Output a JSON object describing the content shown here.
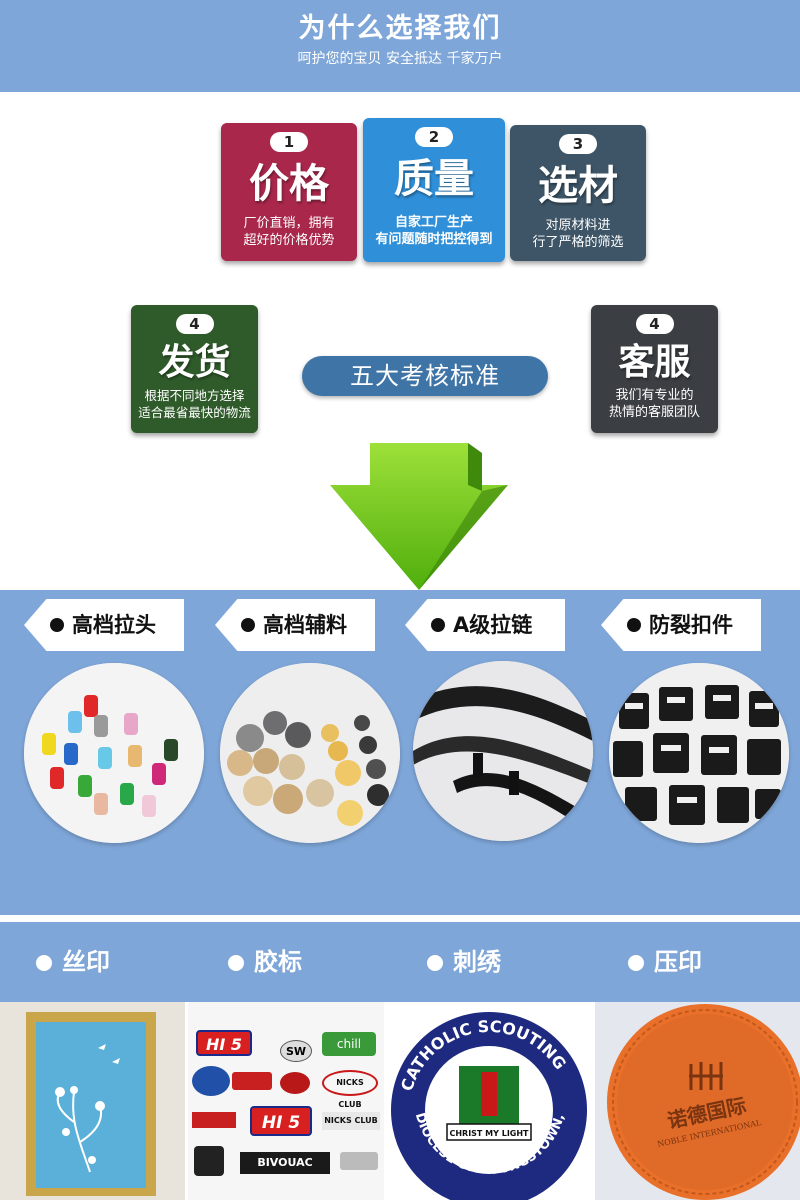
{
  "header": {
    "title": "为什么选择我们",
    "subtitle": "呵护您的宝贝 安全抵达 千家万户"
  },
  "cards": [
    {
      "num": "1",
      "title": "价格",
      "desc1": "厂价直销，拥有",
      "desc2": "超好的价格优势",
      "color": "#a8274a"
    },
    {
      "num": "2",
      "title": "质量",
      "desc1": "自家工厂生产",
      "desc2": "有问题随时把控得到",
      "color": "#2f8fd8"
    },
    {
      "num": "3",
      "title": "选材",
      "desc1": "对原材料进",
      "desc2": "行了严格的筛选",
      "color": "#3d5567"
    },
    {
      "num": "4",
      "title": "发货",
      "desc1": "根据不同地方选择",
      "desc2": "适合最省最快的物流",
      "color": "#2f5a2a"
    },
    {
      "num": "4",
      "title": "客服",
      "desc1": "我们有专业的",
      "desc2": "热情的客服团队",
      "color": "#3b3e42"
    }
  ],
  "center_label": "五大考核标准",
  "products": [
    {
      "label": "高档拉头"
    },
    {
      "label": "高档辅料"
    },
    {
      "label": "A级拉链"
    },
    {
      "label": "防裂扣件"
    }
  ],
  "crafts": [
    {
      "label": "丝印"
    },
    {
      "label": "胶标"
    },
    {
      "label": "刺绣"
    },
    {
      "label": "压印"
    }
  ],
  "images": {
    "badge_hi5": "HI 5",
    "badge_sw": "SW",
    "badge_chill": "chill",
    "badge_nicks": "NICKS CLUB",
    "badge_bivouac": "BIVOUAC",
    "embroidery_top": "CATHOLIC SCOUTING",
    "embroidery_bottom": "DIOCESE OF YOUNGSTOWN, OHIO",
    "embroidery_ribbon": "CHRIST MY LIGHT",
    "leather_brand": "诺德国际",
    "leather_sub": "NOBLE INTERNATIONAL"
  },
  "colors": {
    "header_bg": "#7ea6d8",
    "arrow_green": "#6fc21a",
    "pill": "#3f74a6"
  }
}
